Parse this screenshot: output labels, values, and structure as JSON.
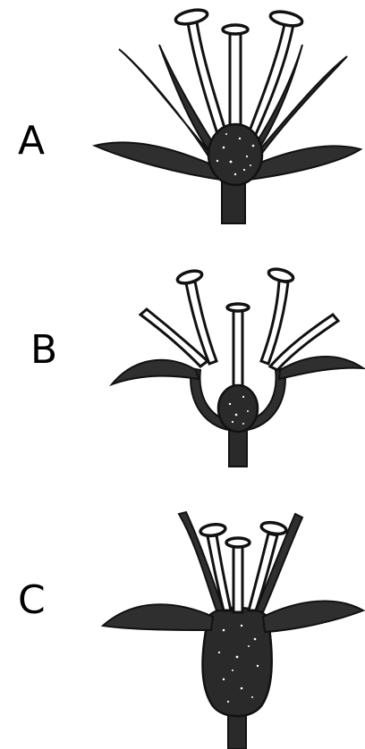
{
  "labels": {
    "a": "A",
    "b": "B",
    "c": "C"
  },
  "colors": {
    "ink": "#2a2a2a",
    "paper": "#ffffff"
  }
}
